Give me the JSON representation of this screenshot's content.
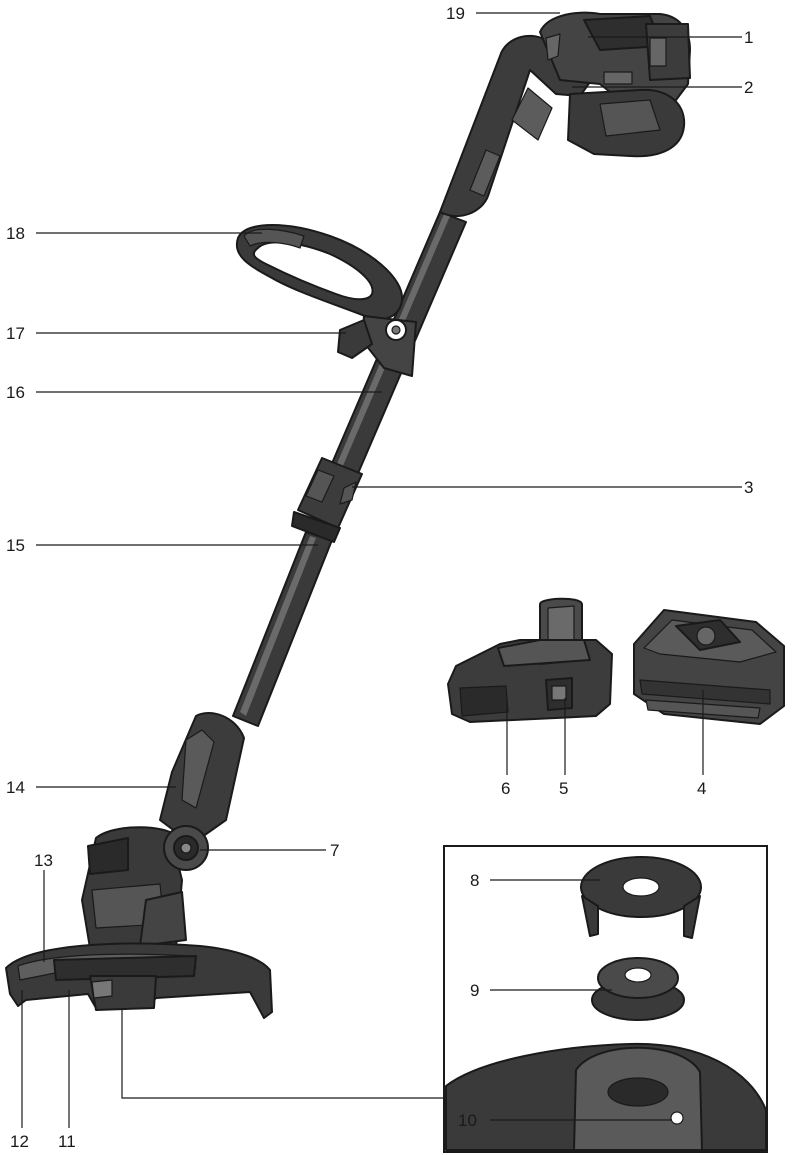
{
  "figure": {
    "callouts": [
      {
        "label": "1"
      },
      {
        "label": "2"
      },
      {
        "label": "3"
      },
      {
        "label": "4"
      },
      {
        "label": "5"
      },
      {
        "label": "6"
      },
      {
        "label": "7"
      },
      {
        "label": "8"
      },
      {
        "label": "9"
      },
      {
        "label": "10"
      },
      {
        "label": "11"
      },
      {
        "label": "12"
      },
      {
        "label": "13"
      },
      {
        "label": "14"
      },
      {
        "label": "15"
      },
      {
        "label": "16"
      },
      {
        "label": "17"
      },
      {
        "label": "18"
      },
      {
        "label": "19"
      }
    ]
  }
}
